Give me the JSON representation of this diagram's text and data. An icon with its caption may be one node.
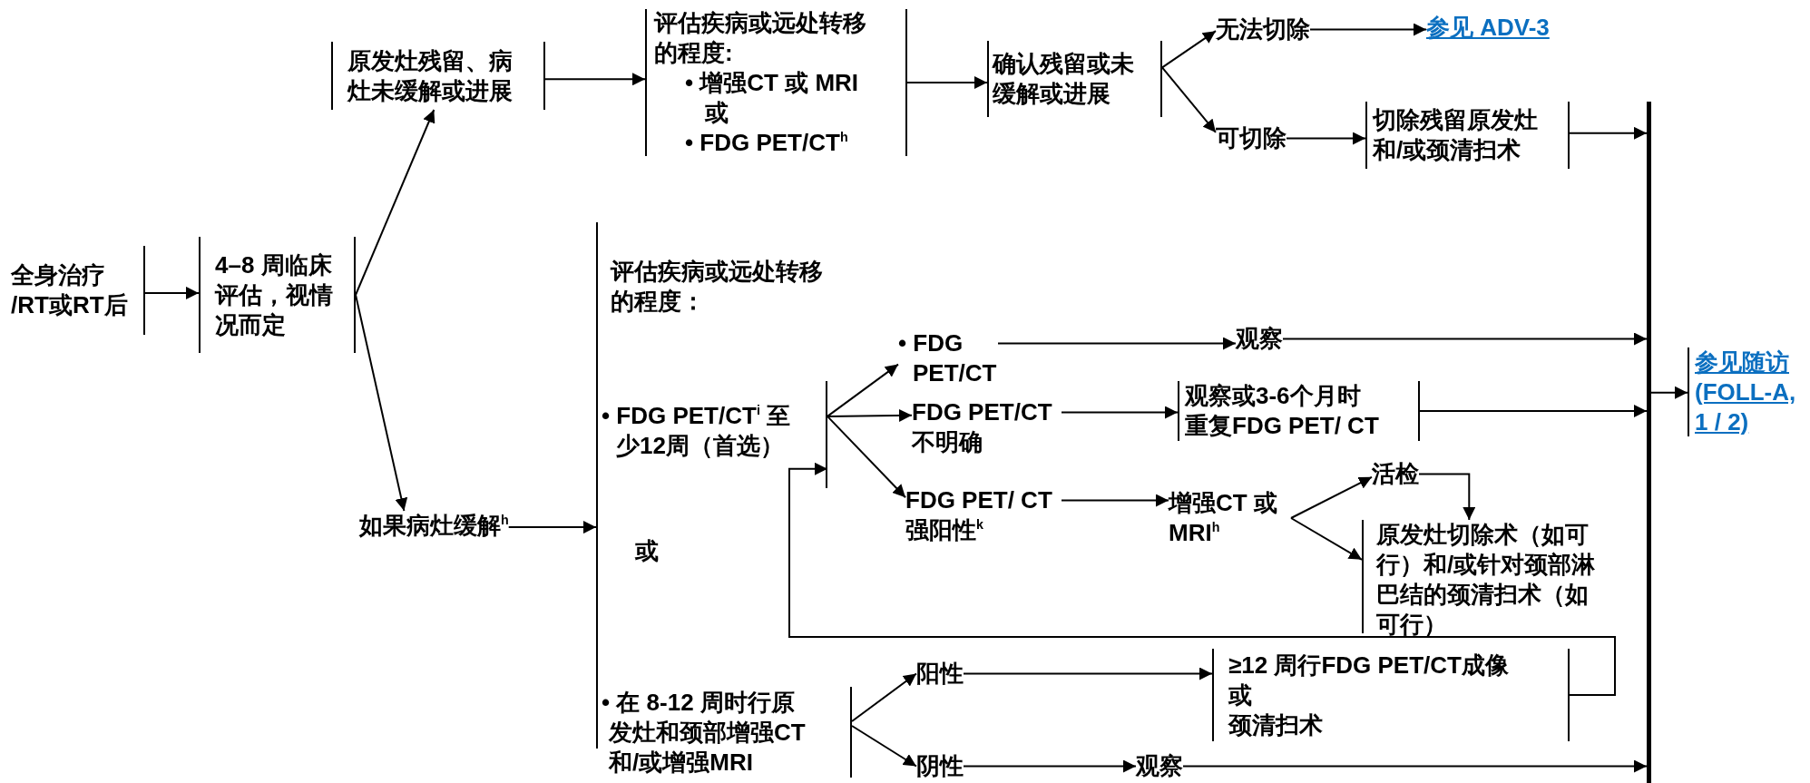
{
  "diagram": {
    "nodes": [
      {
        "text": [
          "全身治疗 /RT或RT后"
        ]
      },
      {
        "text": [
          "4–8 周临床评估，视情况而定"
        ]
      },
      {
        "text": [
          "原发灶残留、病灶未缓解或进展"
        ]
      },
      {
        "text": [
          "评估疾病或远处转移的程度:",
          "• 增强CT 或 MRI 或",
          "• FDG PET/CT$^{h}$"
        ]
      },
      {
        "text": [
          "确认残留或未缓解或进展"
        ]
      },
      {
        "text": [
          "无法切除"
        ]
      },
      {
        "text": [
          "参见 ADV-3"
        ]
      },
      {
        "text": [
          "可切除"
        ]
      },
      {
        "text": [
          "切除残留原发灶和/或颈清扫术"
        ]
      },
      {
        "text": [
          "如果病灶缓解$^{h}$"
        ]
      },
      {
        "text": [
          "评估疾病或远处转移的程度：",
          "或"
        ]
      },
      {
        "text": [
          "• FDG PET/CT$^{i}$ 至少12周（首选）"
        ],
        "in": 10
      },
      {
        "text": [
          "• 在 8-12 周时行原发灶和颈部增强CT和/或增强MRI"
        ],
        "in": 10
      },
      {
        "text": [
          "• FDG PET/CT"
        ]
      },
      {
        "text": [
          "观察"
        ]
      },
      {
        "text": [
          "FDG PET/CT 不明确"
        ]
      },
      {
        "text": [
          "观察或3-6个月时重复FDG PET/ CT"
        ]
      },
      {
        "text": [
          "FDG PET/ CT 强阳性$^{k}$"
        ]
      },
      {
        "text": [
          "增强CT 或 MRI$^{h}$"
        ]
      },
      {
        "text": [
          "活检"
        ]
      },
      {
        "text": [
          "原发灶切除术（如可行）和/或针对颈部淋巴结的颈清扫术（如可行）"
        ]
      },
      {
        "text": [
          "阳性"
        ]
      },
      {
        "text": [
          "≥12 周行FDG PET/CT成像",
          "或",
          "颈清扫术"
        ]
      },
      {
        "text": [
          "阴性"
        ]
      },
      {
        "text": [
          "观察"
        ]
      },
      {
        "text": [],
        "shape": "bar"
      },
      {
        "text": [
          "参见随访 (FOLL-A, 1 / 2)"
        ]
      }
    ],
    "edges": [
      {
        "from": 0,
        "to": 1,
        "arrow": "to"
      },
      {
        "from": 1,
        "to": 2,
        "arrow": "to"
      },
      {
        "from": 1,
        "to": 9,
        "arrow": "to"
      },
      {
        "from": 2,
        "to": 3,
        "arrow": "to"
      },
      {
        "from": 3,
        "to": 4,
        "arrow": "to"
      },
      {
        "from": 4,
        "to": 5,
        "arrow": "to"
      },
      {
        "from": 4,
        "to": 7,
        "arrow": "to"
      },
      {
        "from": 5,
        "to": 6,
        "arrow": "to"
      },
      {
        "from": 7,
        "to": 8,
        "arrow": "to"
      },
      {
        "from": 8,
        "to": 25,
        "arrow": "to"
      },
      {
        "from": 9,
        "to": 10,
        "arrow": "to"
      },
      {
        "from": 11,
        "to": 13,
        "arrow": "to"
      },
      {
        "from": 11,
        "to": 15,
        "arrow": "to"
      },
      {
        "from": 11,
        "to": 17,
        "arrow": "to"
      },
      {
        "from": 13,
        "to": 14,
        "arrow": "to"
      },
      {
        "from": 14,
        "to": 25,
        "arrow": "to"
      },
      {
        "from": 15,
        "to": 16,
        "arrow": "to"
      },
      {
        "from": 16,
        "to": 25,
        "arrow": "to"
      },
      {
        "from": 25,
        "to": 26,
        "arrow": "to"
      },
      {
        "from": 17,
        "to": 18,
        "arrow": "to"
      },
      {
        "from": 18,
        "to": 19,
        "arrow": "to"
      },
      {
        "from": 18,
        "to": 20,
        "arrow": "to"
      },
      {
        "from": 19,
        "to": 20,
        "arrow": "to"
      },
      {
        "from": 12,
        "to": 21,
        "arrow": "to"
      },
      {
        "from": 12,
        "to": 23,
        "arrow": "to"
      },
      {
        "from": 21,
        "to": 22,
        "arrow": "to"
      },
      {
        "from": 23,
        "to": 24,
        "arrow": "to"
      },
      {
        "from": 24,
        "to": 25,
        "arrow": "to"
      },
      {
        "from": 22,
        "to": 11,
        "arrow": "to"
      }
    ]
  }
}
